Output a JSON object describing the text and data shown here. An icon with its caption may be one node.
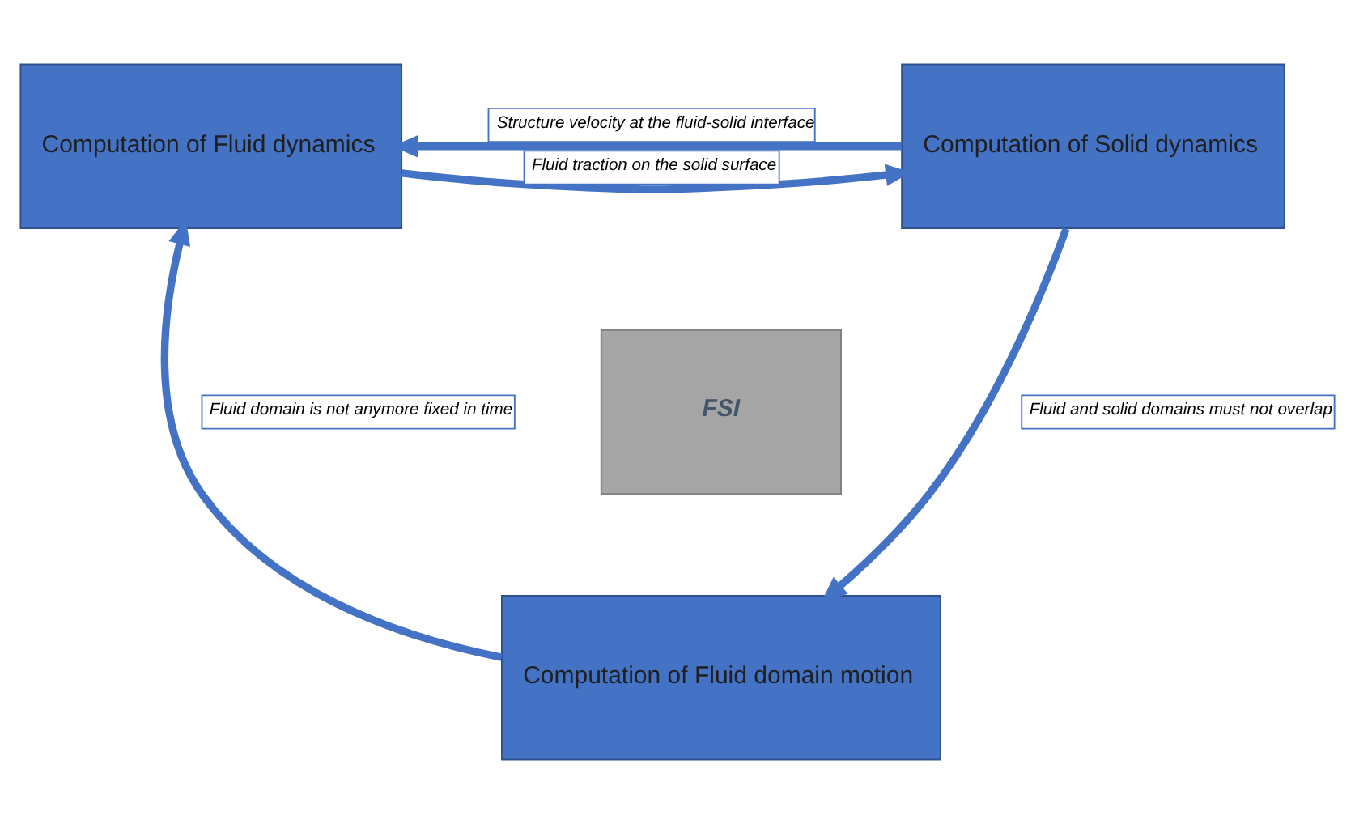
{
  "diagram": {
    "nodes": [
      {
        "text": [
          "Computation of Fluid dynamics"
        ]
      },
      {
        "text": [
          "Computation of Solid dynamics"
        ]
      },
      {
        "text": [
          "FSI"
        ]
      },
      {
        "text": [
          "Computation of Fluid domain motion"
        ]
      }
    ],
    "edges": [
      {
        "from": 0,
        "to": 1,
        "arrow": "to",
        "label": "Fluid traction on the solid surface"
      },
      {
        "from": 1,
        "to": 0,
        "arrow": "to",
        "label": "Structure velocity at the fluid-solid interface"
      },
      {
        "from": 1,
        "to": 3,
        "arrow": "to",
        "label": "Fluid and solid domains must not overlap"
      },
      {
        "from": 3,
        "to": 0,
        "arrow": "to",
        "label": "Fluid domain is not anymore fixed in time"
      }
    ]
  }
}
